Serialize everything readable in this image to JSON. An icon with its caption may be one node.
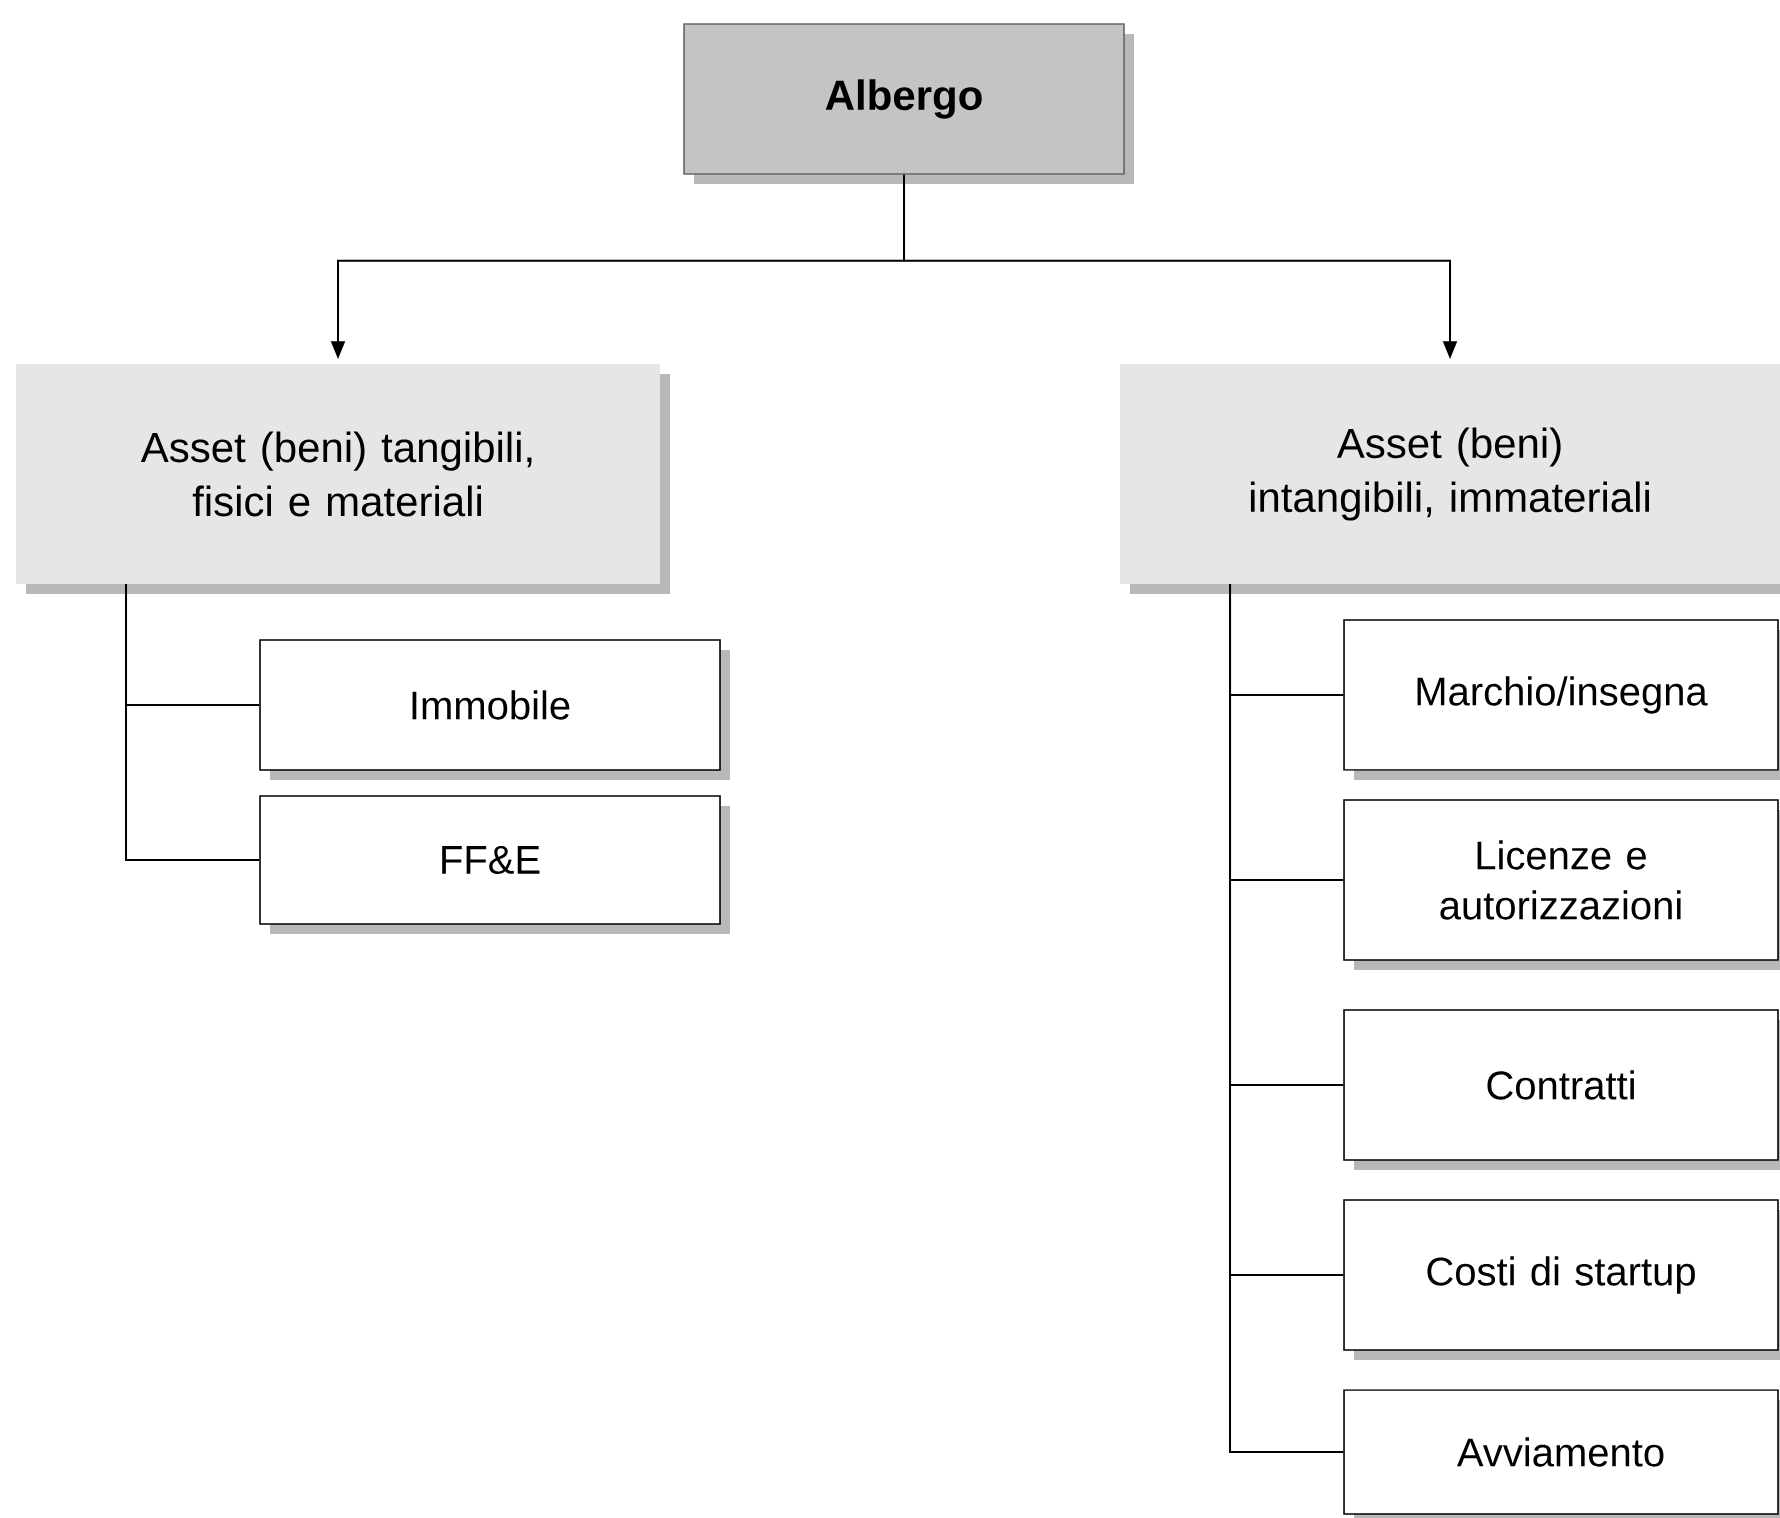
{
  "diagram": {
    "nodes": [
      {
        "text": [
          "Albergo"
        ]
      },
      {
        "text": [
          "Asset (beni) tangibili, fisici e materiali"
        ]
      },
      {
        "text": [
          "Asset (beni) intangibili, immateriali"
        ]
      },
      {
        "text": [
          "Immobile"
        ]
      },
      {
        "text": [
          "FF&E"
        ]
      },
      {
        "text": [
          "Marchio/insegna"
        ]
      },
      {
        "text": [
          "Licenze e autorizzazioni"
        ]
      },
      {
        "text": [
          "Contratti"
        ]
      },
      {
        "text": [
          "Costi di startup"
        ]
      },
      {
        "text": [
          "Avviamento"
        ]
      }
    ],
    "edges": [
      {
        "from": 0,
        "to": 1,
        "arrow": "to"
      },
      {
        "from": 0,
        "to": 2,
        "arrow": "to"
      },
      {
        "from": 1,
        "to": 3,
        "arrow": "none"
      },
      {
        "from": 1,
        "to": 4,
        "arrow": "none"
      },
      {
        "from": 2,
        "to": 5,
        "arrow": "none"
      },
      {
        "from": 2,
        "to": 6,
        "arrow": "none"
      },
      {
        "from": 2,
        "to": 7,
        "arrow": "none"
      },
      {
        "from": 2,
        "to": 8,
        "arrow": "none"
      },
      {
        "from": 2,
        "to": 9,
        "arrow": "none"
      }
    ]
  }
}
